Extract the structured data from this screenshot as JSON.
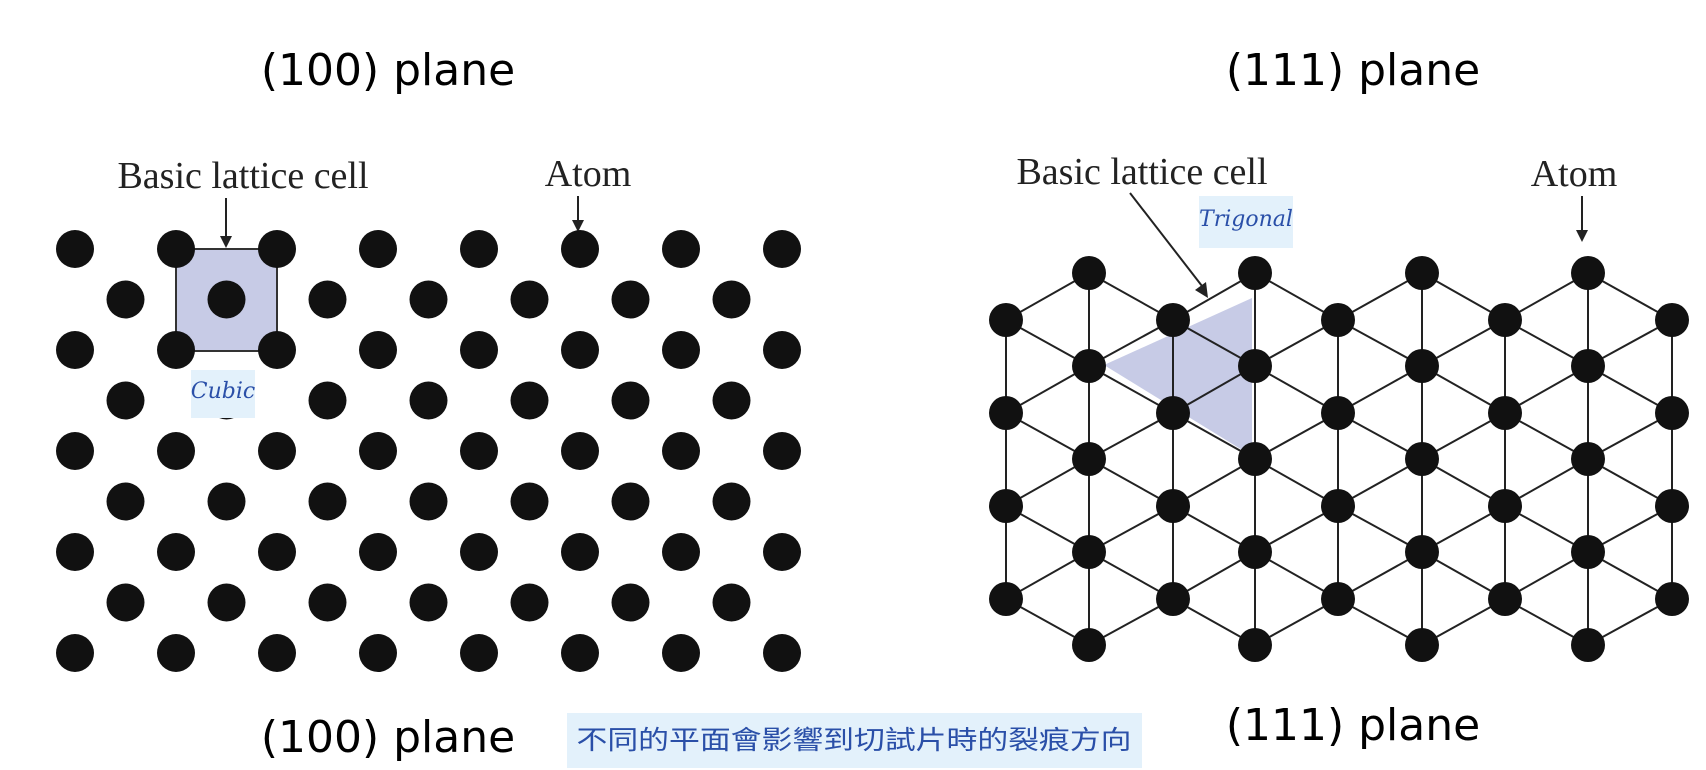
{
  "left_panel": {
    "title_top": "(100) plane",
    "title_bottom": "(100) plane",
    "label_cell": "Basic lattice cell",
    "label_atom": "Atom",
    "note": "Cubic"
  },
  "right_panel": {
    "title_top": "(111) plane",
    "title_bottom": "(111) plane",
    "label_cell": "Basic lattice cell",
    "label_atom": "Atom",
    "note": "Trigonal"
  },
  "footer_note": "不同的平面會影響到切試片時的裂痕方向",
  "colors": {
    "atom": "#111111",
    "cell_fill": "#c7cbe6",
    "note_bg": "#e3f1fb",
    "note_text": "#2a4fa8",
    "bond": "#222222"
  }
}
